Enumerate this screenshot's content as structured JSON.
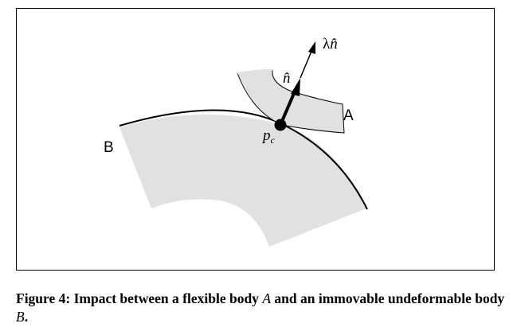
{
  "diagram": {
    "label_body_a": "A",
    "label_body_b": "B",
    "label_contact_point": "p",
    "label_contact_point_sub": "c",
    "label_normal": "n̂",
    "label_scaled_normal_lambda": "λ",
    "label_scaled_normal_n": "n̂"
  },
  "caption": {
    "prefix": "Figure 4:  Impact between a flexible body",
    "body_a": "A",
    "middle": "and an immovable undeformable body",
    "body_b": "B",
    "suffix": "."
  },
  "colors": {
    "body_fill": "#e1e1e1",
    "stroke": "#000000",
    "frame": "#000000"
  }
}
